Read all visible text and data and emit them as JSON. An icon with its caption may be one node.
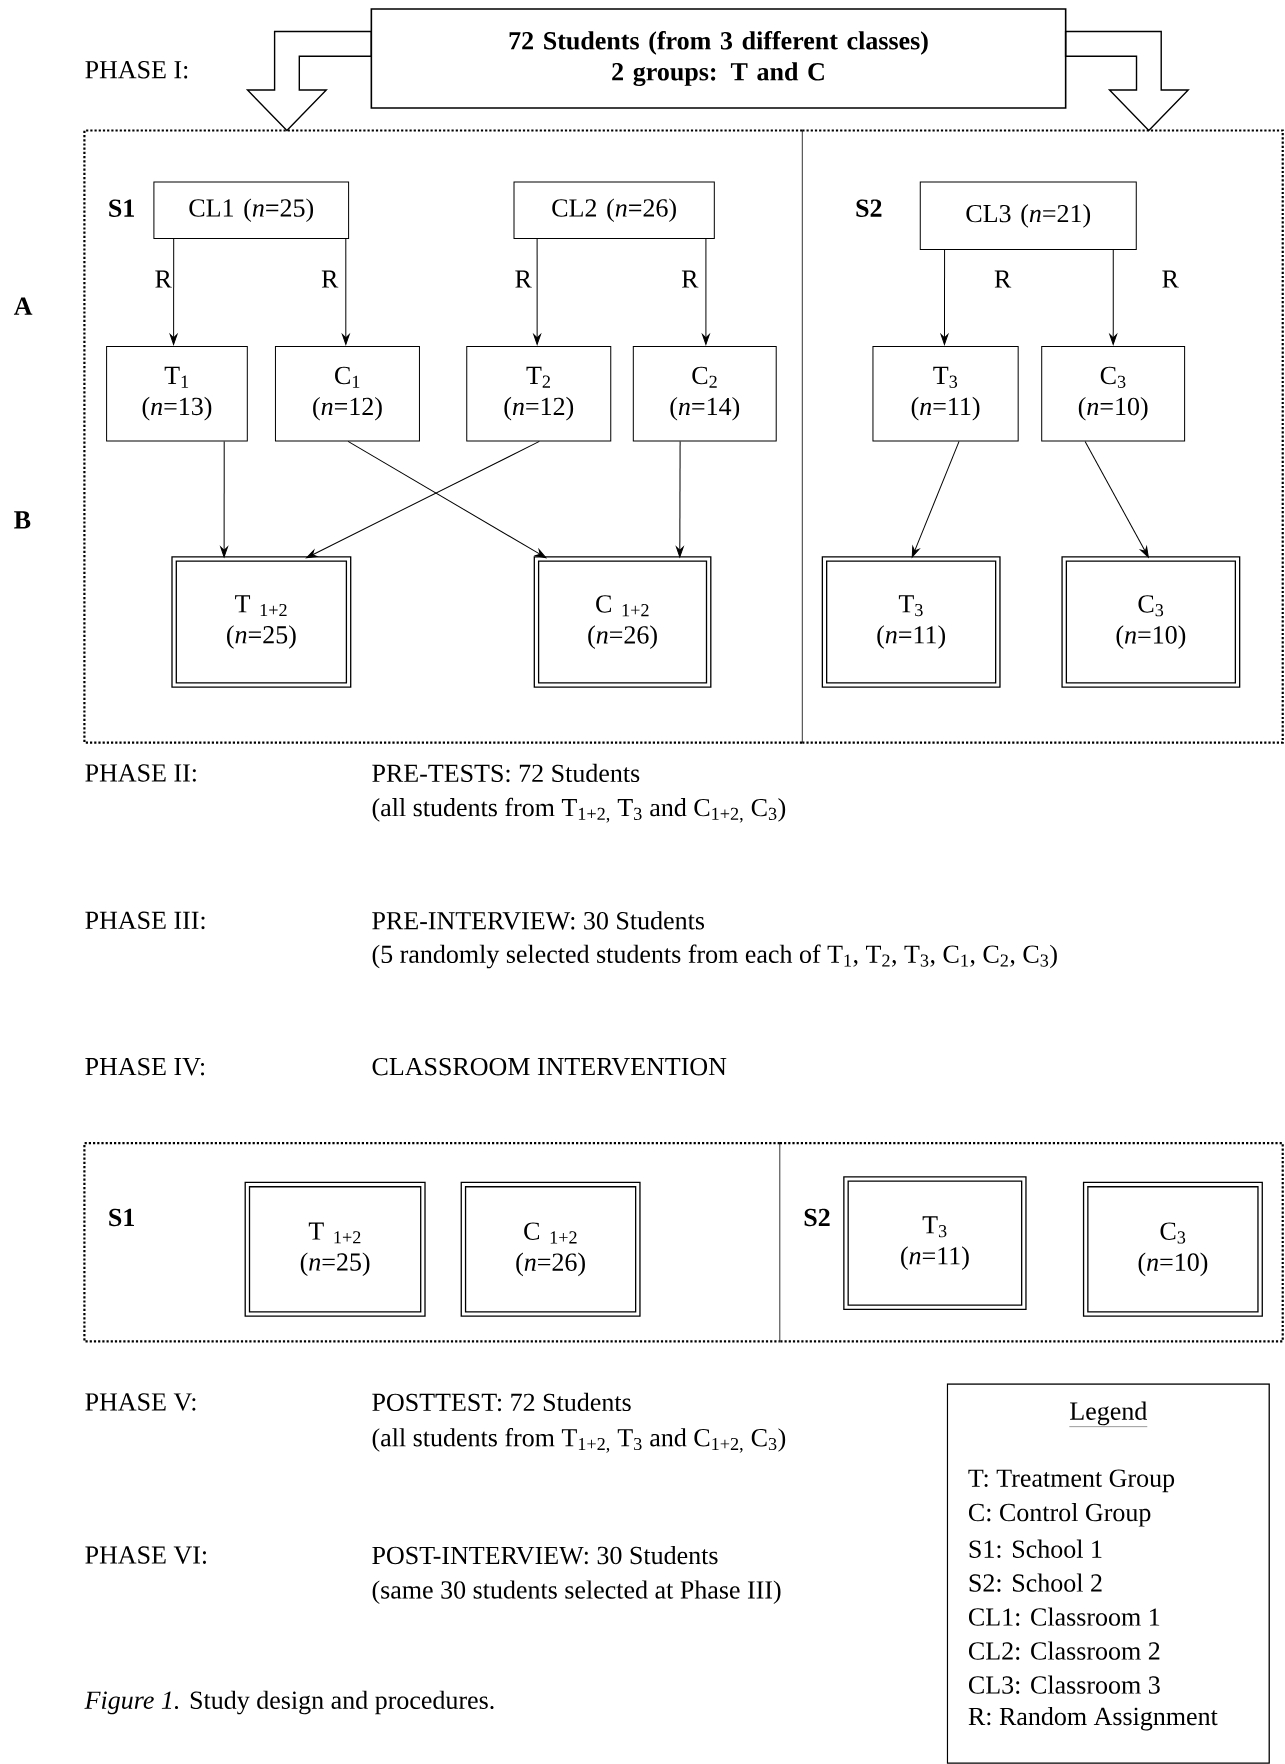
{
  "diagram": {
    "caption": "*Figure 1.* Study design and procedures.",
    "nodes": [
      {
        "text": [
          "72 Students (from 3 different classes)",
          "2 groups: T and C"
        ]
      },
      {
        "text": [
          "S1"
        ]
      },
      {
        "text": [
          "S2"
        ]
      },
      {
        "text": [
          "CL1 (*n*=25)"
        ],
        "in": 1
      },
      {
        "text": [
          "CL2 (*n*=26)"
        ],
        "in": 1
      },
      {
        "text": [
          "CL3 (*n*=21)"
        ],
        "in": 2
      },
      {
        "text": [
          "T$_{1}$ (*n*=13)"
        ],
        "in": 1
      },
      {
        "text": [
          "C$_{1}$ (*n*=12)"
        ],
        "in": 1
      },
      {
        "text": [
          "T$_{2}$ (*n*=12)"
        ],
        "in": 1
      },
      {
        "text": [
          "C$_{2}$ (*n*=14)"
        ],
        "in": 1
      },
      {
        "text": [
          "T$_{3}$ (*n*=11)"
        ],
        "in": 2
      },
      {
        "text": [
          "C$_{3}$ (*n*=10)"
        ],
        "in": 2
      },
      {
        "text": [
          "T $_{1+2}$ (*n*=25)"
        ],
        "in": 1
      },
      {
        "text": [
          "C $_{1+2}$ (*n*=26)"
        ],
        "in": 1
      },
      {
        "text": [
          "T$_{3}$ (*n*=11)"
        ],
        "in": 2
      },
      {
        "text": [
          "C$_{3}$ (*n*=10)"
        ],
        "in": 2
      },
      {
        "text": [
          "S1"
        ]
      },
      {
        "text": [
          "S2"
        ]
      },
      {
        "text": [
          "T $_{1+2}$ (*n*=25)"
        ],
        "in": 16
      },
      {
        "text": [
          "C $_{1+2}$ (*n*=26)"
        ],
        "in": 16
      },
      {
        "text": [
          "T$_{3}$ (*n*=11)"
        ],
        "in": 17
      },
      {
        "text": [
          "C$_{3}$ (*n*=10)"
        ],
        "in": 17
      },
      {
        "text": [
          "Legend",
          "T: Treatment Group",
          "C: Control Group",
          "S1:  School 1",
          "S2:  School 2",
          "CL1: Classroom 1",
          "CL2: Classroom 2",
          "CL3: Classroom 3",
          "R: Random Assignment"
        ]
      }
    ],
    "edges": [
      {
        "from": 0,
        "to": 1,
        "arrow": "to"
      },
      {
        "from": 0,
        "to": 2,
        "arrow": "to"
      },
      {
        "from": 3,
        "to": 6,
        "arrow": "to",
        "label": "R"
      },
      {
        "from": 3,
        "to": 7,
        "arrow": "to",
        "label": "R"
      },
      {
        "from": 4,
        "to": 8,
        "arrow": "to",
        "label": "R"
      },
      {
        "from": 4,
        "to": 9,
        "arrow": "to",
        "label": "R"
      },
      {
        "from": 5,
        "to": 10,
        "arrow": "to",
        "label": "R"
      },
      {
        "from": 5,
        "to": 11,
        "arrow": "to",
        "label": "R"
      },
      {
        "from": 6,
        "to": 12,
        "arrow": "to"
      },
      {
        "from": 7,
        "to": 13,
        "arrow": "to"
      },
      {
        "from": 8,
        "to": 12,
        "arrow": "to"
      },
      {
        "from": 9,
        "to": 13,
        "arrow": "to"
      },
      {
        "from": 10,
        "to": 14,
        "arrow": "to"
      },
      {
        "from": 11,
        "to": 15,
        "arrow": "to"
      }
    ],
    "labels": [
      "PHASE I:",
      "A",
      "B",
      "PHASE II:",
      "PRE-TESTS: 72 Students",
      "(all students from T$_{1+2,}$ T$_{3}$ and C$_{1+2,}$ C$_{3}$)",
      "PHASE III:",
      "PRE-INTERVIEW: 30 Students",
      "(5 randomly selected students from each of T$_{1}$, T$_{2}$, T$_{3}$, C$_{1}$, C$_{2}$, C$_{3}$)",
      "PHASE IV:",
      "CLASSROOM INTERVENTION",
      "PHASE V:",
      "POSTTEST: 72 Students",
      "(all students from T$_{1+2,}$ T$_{3}$ and C$_{1+2,}$ C$_{3}$)",
      "PHASE VI:",
      "POST-INTERVIEW: 30 Students",
      "(same 30 students selected at Phase III)"
    ]
  }
}
